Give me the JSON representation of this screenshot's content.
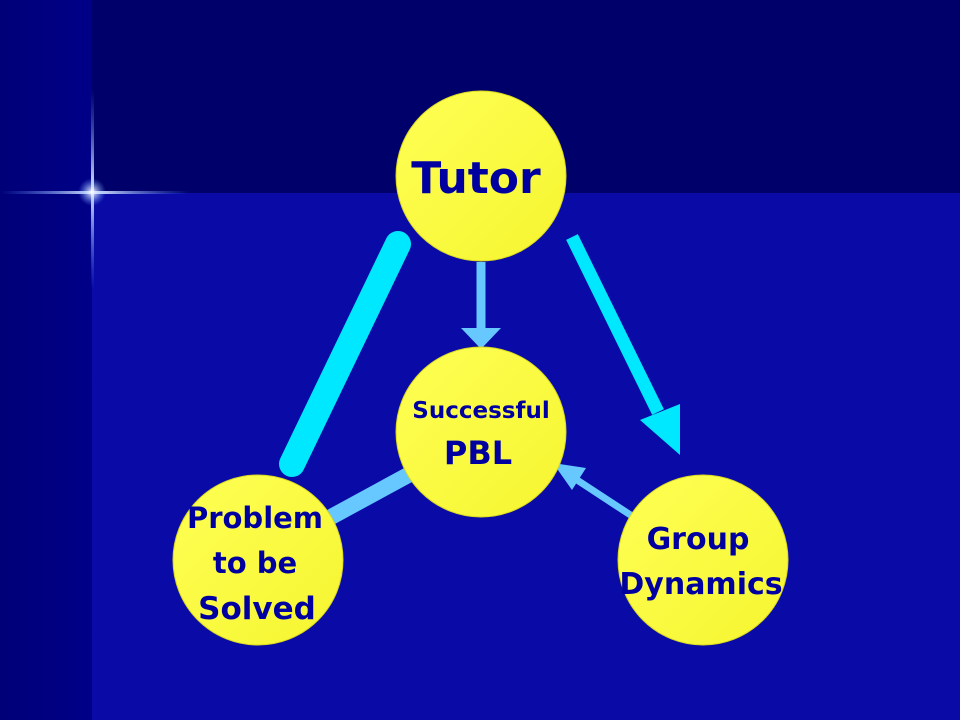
{
  "nodes": {
    "tutor": {
      "lines": [
        "Tutor"
      ]
    },
    "center": {
      "lines": [
        "Successful",
        "PBL"
      ]
    },
    "problem": {
      "lines": [
        "Problem",
        "to be",
        "Solved"
      ]
    },
    "group": {
      "lines": [
        "Group",
        "Dynamics"
      ]
    }
  },
  "colors": {
    "node_fill": "#ffff40",
    "text": "#0000a0",
    "connector_cyan": "#00f0ff",
    "connector_light": "#66c8ff",
    "background": "#0a0aa6"
  }
}
